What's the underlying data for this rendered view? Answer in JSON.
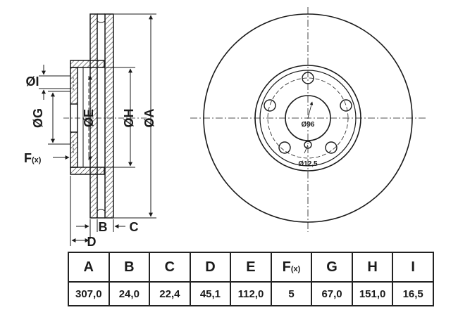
{
  "labels": {
    "dim_i": "ØI",
    "dim_g": "ØG",
    "dim_e": "ØE",
    "dim_h": "ØH",
    "dim_a": "ØA",
    "dim_f_main": "F",
    "dim_f_sub": "(x)",
    "dim_b": "B",
    "dim_c": "C",
    "dim_d": "D",
    "center_bore": "Ø96",
    "bolt_hole": "Ø12,5"
  },
  "table": {
    "headers": [
      "A",
      "B",
      "C",
      "D",
      "E",
      "F",
      "G",
      "H",
      "I"
    ],
    "header_f_sub": "(x)",
    "values": [
      "307,0",
      "24,0",
      "22,4",
      "45,1",
      "112,0",
      "5",
      "67,0",
      "151,0",
      "16,5"
    ]
  },
  "colors": {
    "line": "#1a1a1a",
    "hatch": "#333333"
  }
}
